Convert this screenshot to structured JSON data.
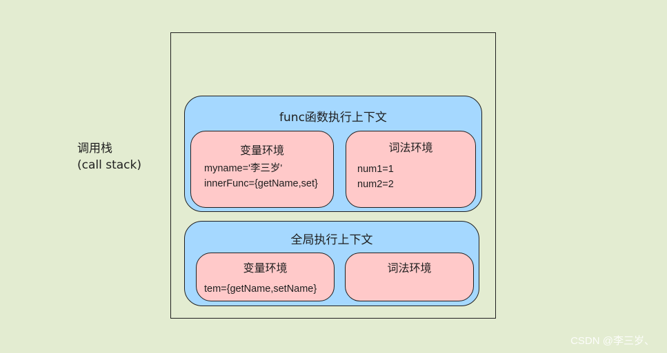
{
  "call_stack": {
    "label_line1": "调用栈",
    "label_line2": "(call stack)"
  },
  "func_context": {
    "title": "func函数执行上下文",
    "variable_env": {
      "title": "变量环境",
      "lines": [
        "myname='李三岁'",
        "innerFunc={getName,set}"
      ]
    },
    "lexical_env": {
      "title": "词法环境",
      "lines": [
        "num1=1",
        "num2=2"
      ]
    }
  },
  "global_context": {
    "title": "全局执行上下文",
    "variable_env": {
      "title": "变量环境",
      "lines": [
        "tem={getName,setName}"
      ]
    },
    "lexical_env": {
      "title": "词法环境",
      "lines": []
    }
  },
  "watermark": "CSDN @李三岁、",
  "colors": {
    "background": "#e3ecd1",
    "context_fill": "#a5d8ff",
    "environment_fill": "#ffc9c9",
    "stroke": "#1e1e1e"
  }
}
